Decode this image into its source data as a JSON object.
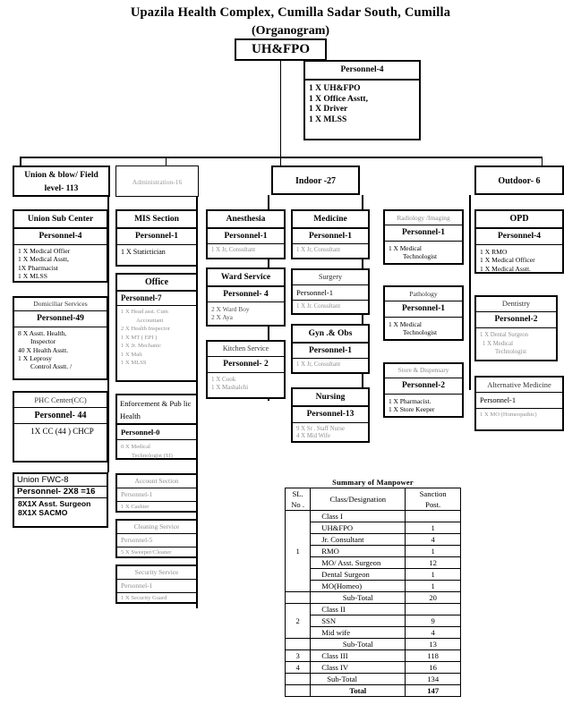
{
  "header": {
    "title": "Upazila Health Complex, Cumilla Sadar South, Cumilla",
    "subtitle": "(Organogram)",
    "root": "UH&FPO"
  },
  "root_personnel": {
    "header": "Personnel-4",
    "items": [
      "1 X UH&FPO",
      "1 X Office Asstt,",
      "1 X Driver",
      "1 X MLSS"
    ]
  },
  "branches": {
    "union": "Union & blow/ Field level- 113",
    "administration": "Administration-16",
    "indoor": "Indoor -27",
    "outdoor": "Outdoor- 6"
  },
  "union_column": [
    {
      "title": "Union Sub  Center",
      "personnel": "Personnel-4",
      "items": [
        "1 X Medical Offier",
        "1 X Medical Asstt,",
        "1X Pharmacist",
        "1 X MLSS"
      ]
    },
    {
      "title": "Domiciliar Services",
      "personnel": "Personnel-49",
      "items": [
        "8 X Asstt. Health,",
        "Inspector",
        "40 X Health Asstt.",
        "1 X Leprosy",
        "Control Asstt. /"
      ]
    },
    {
      "title": "PHC Center(CC)",
      "personnel": "Personnel- 44",
      "items": [
        "1X CC (44 ) CHCP"
      ]
    },
    {
      "title": "Union FWC-8",
      "personnel": "Personnel- 2X8 =16",
      "items": [
        "8X1X Asst. Surgeon",
        "8X1X SACMO"
      ]
    }
  ],
  "admin_column": [
    {
      "title": "MIS Section",
      "personnel": "Personnel-1",
      "items": [
        "1 X Statictician"
      ]
    },
    {
      "title": "Office",
      "personnel": "Personnel-7",
      "items": [
        "1 X Head asst. Cum",
        "Accountant",
        "2 X Health Inspector",
        "1 X MT ( EPI )",
        "1 X Jr. Mechanic",
        "1 X Mali",
        "1 X MLSS"
      ]
    },
    {
      "title": "Enforcement & Pub lic Health",
      "personnel": "Personnel-0",
      "items": [
        "0 X Medical",
        "Technologist (SI)"
      ]
    },
    {
      "title": "Account Section",
      "personnel": "Personnel-1",
      "items": [
        "1 X Cashier"
      ]
    },
    {
      "title": "Cleaning  Service",
      "personnel": "Personnel-5",
      "items": [
        "5 X Sweeper/Cleaner"
      ]
    },
    {
      "title": "Security  Service",
      "personnel": "Personnel-1",
      "items": [
        "1 X Security Guard"
      ]
    }
  ],
  "indoor_left_column": [
    {
      "title": "Anesthesia",
      "personnel": "Personnel-1",
      "items": [
        "1 X Jr, Consultant"
      ]
    },
    {
      "title": "Ward Service",
      "personnel": "Personnel- 4",
      "items": [
        "2 X Ward Boy",
        "2 X Aya"
      ]
    },
    {
      "title": "Kitchen Service",
      "personnel": "Personnel- 2",
      "items": [
        "1 X Cook",
        "1 X Mashalchi"
      ]
    }
  ],
  "indoor_right_column": [
    {
      "title": "Medicine",
      "personnel": "Personnel-1",
      "items": [
        "1 X Jr, Consultant"
      ]
    },
    {
      "title": "Surgery",
      "personnel": "Personnel-1",
      "items": [
        "1 X Jr. Consultant"
      ]
    },
    {
      "title": "Gyn .& Obs",
      "personnel": "Personnel-1",
      "items": [
        "1 X Jr, Consultant"
      ]
    },
    {
      "title": "Nursing",
      "personnel": "Personnel-13",
      "items": [
        "9 X Sr . Staff Nurse",
        "4 X Mid Wife"
      ]
    }
  ],
  "diagnostic_column": [
    {
      "title": "Radiology /Imaging",
      "personnel": "Personnel-1",
      "items": [
        "1 X Medical",
        "Technologist"
      ]
    },
    {
      "title": "Pathology",
      "personnel": "Personnel-1",
      "items": [
        "1 X Medical",
        "Technologist"
      ]
    },
    {
      "title": "Store & Dispensary",
      "personnel": "Personnel-2",
      "items": [
        "1 X Pharmacist.",
        "1 X Store Keeper"
      ]
    }
  ],
  "outdoor_column": [
    {
      "title": "OPD",
      "personnel": "Personnel-4",
      "items": [
        "1 X RMO",
        "1 X Medical Officer",
        "1 X Medical Asstt."
      ]
    },
    {
      "title": "Dentistry",
      "personnel": "Personnel-2",
      "items": [
        "1 X Dental Surgeon",
        "1 X Medical",
        "Technologist"
      ]
    },
    {
      "title": "Alternative Medicine",
      "personnel": "Personnel-1",
      "items": [
        "1 X MO (Homeopathic)"
      ]
    }
  ],
  "summary": {
    "title": "Summary of Manpower",
    "columns": [
      "SL.",
      "No .",
      "Class/Designation",
      "Sanction",
      "Post."
    ],
    "rows": [
      {
        "sl": "",
        "label": "Class I",
        "post": "",
        "indent": true
      },
      {
        "sl": "",
        "label": "UH&FPO",
        "post": "1",
        "indent": true
      },
      {
        "sl": "",
        "label": "Jr. Consultant",
        "post": "4",
        "indent": true
      },
      {
        "sl": "1",
        "label": "RMO",
        "post": "1",
        "indent": true
      },
      {
        "sl": "",
        "label": "MO/ Asst. Surgeon",
        "post": "12",
        "indent": true
      },
      {
        "sl": "",
        "label": "Dental Surgeon",
        "post": "1",
        "indent": true
      },
      {
        "sl": "",
        "label": "MO(Homeo)",
        "post": "1",
        "indent": true
      },
      {
        "sl": "",
        "label": "Sub-Total",
        "post": "20",
        "sub": true
      },
      {
        "sl": "",
        "label": "Class II",
        "post": "",
        "indent": true
      },
      {
        "sl": "2",
        "label": "SSN",
        "post": "9",
        "indent": true
      },
      {
        "sl": "",
        "label": "Mid wife",
        "post": "4",
        "indent": true
      },
      {
        "sl": "",
        "label": "Sub-Total",
        "post": "13",
        "sub": true
      },
      {
        "sl": "3",
        "label": "Class III",
        "post": "118",
        "indent": true
      },
      {
        "sl": "4",
        "label": "Class IV",
        "post": "16",
        "indent": true
      },
      {
        "sl": "",
        "label": "Sub-Total",
        "post": "134",
        "sub": true
      },
      {
        "sl": "",
        "label": "Total",
        "post": "147",
        "sub": true,
        "bold": true
      }
    ]
  }
}
